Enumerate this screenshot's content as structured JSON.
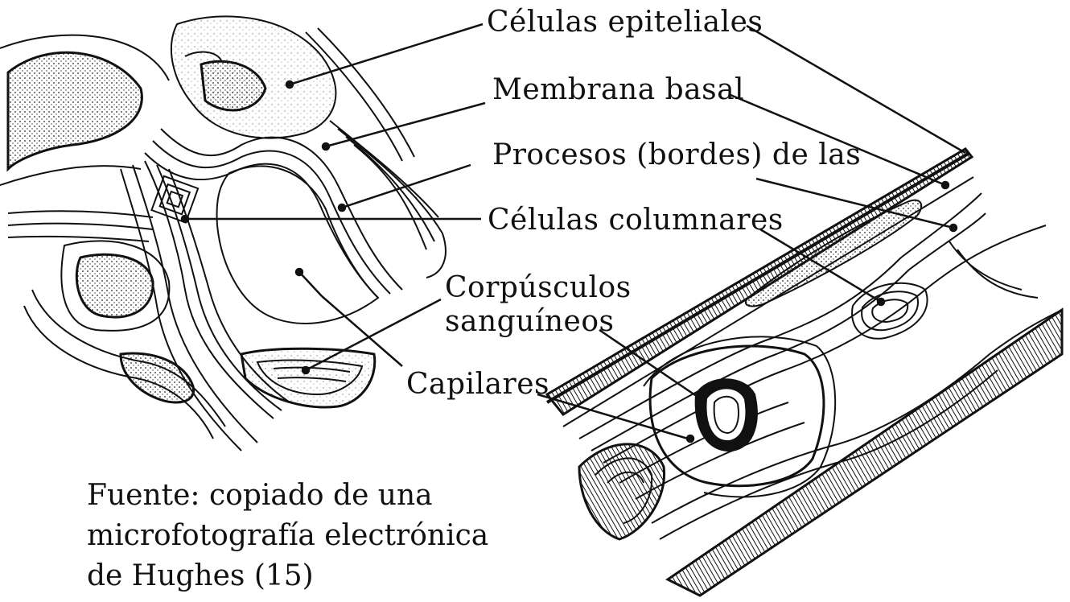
{
  "labels": {
    "epithelial": "Células epiteliales",
    "basal": "Membrana basal",
    "processes": "Procesos (bordes) de las",
    "columnar": "Células columnares",
    "corpuscles_line1": "Corpúsculos",
    "corpuscles_line2": "sanguíneos",
    "capillaries": "Capilares"
  },
  "caption": {
    "line1": "Fuente: copiado de una",
    "line2": "microfotografía electrónica",
    "line3": "de Hughes  (15)"
  }
}
